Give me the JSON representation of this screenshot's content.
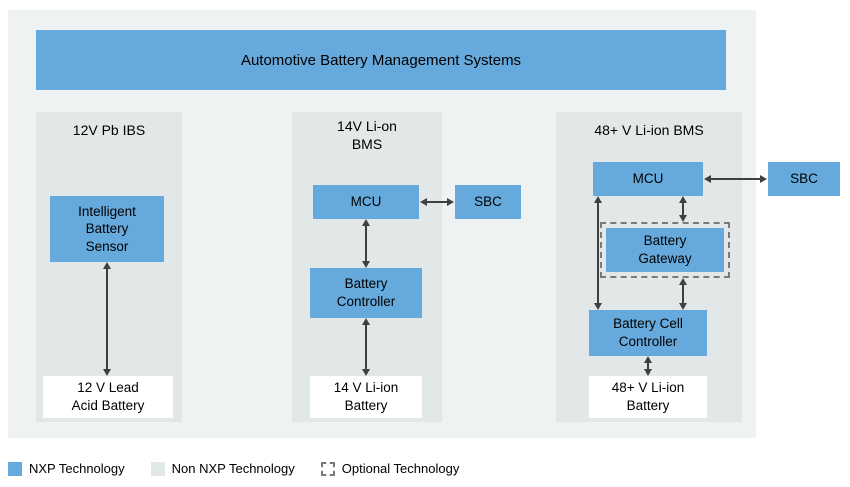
{
  "header": {
    "title": "Automotive Battery Management Systems"
  },
  "columns": {
    "ibs": {
      "title": "12V Pb IBS",
      "sensor": "Intelligent\nBattery\nSensor",
      "battery": "12 V Lead\nAcid Battery"
    },
    "bms14": {
      "title": "14V Li-on\nBMS",
      "mcu": "MCU",
      "sbc": "SBC",
      "controller": "Battery\nController",
      "battery": "14 V Li-ion\nBattery"
    },
    "bms48": {
      "title": "48+ V Li-ion BMS",
      "mcu": "MCU",
      "sbc": "SBC",
      "gateway": "Battery\nGateway",
      "cell_controller": "Battery Cell\nController",
      "battery": "48+ V Li-ion\nBattery"
    }
  },
  "legend": {
    "nxp": "NXP Technology",
    "non_nxp": "Non NXP Technology",
    "optional": "Optional Technology"
  },
  "colors": {
    "nxp_blue": "#66aadd",
    "non_nxp_gray": "#e2e8e8",
    "outer_panel": "#eef2f2",
    "optional_border": "#7a7a7a",
    "arrow": "#404040"
  }
}
